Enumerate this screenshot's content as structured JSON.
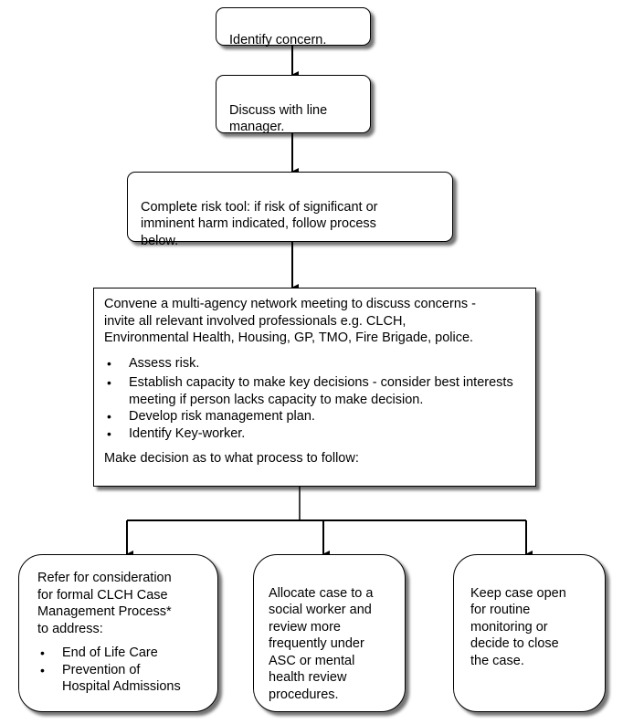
{
  "flow": {
    "step1": "Identify concern.",
    "step2": "Discuss with line\nmanager.",
    "step3": "Complete risk tool: if risk of significant or\nimminent harm indicated, follow process\nbelow.",
    "meeting": {
      "intro": "Convene a multi-agency network meeting to discuss concerns -\ninvite all relevant involved professionals e.g.  CLCH,\nEnvironmental Health, Housing, GP, TMO,  Fire Brigade, police.",
      "bullets": [
        "Assess risk.",
        "Establish capacity to make key decisions - consider best interests meeting if person lacks capacity to make decision.",
        "Develop risk management plan.",
        "Identify Key-worker."
      ],
      "decision": "Make decision as to what process to follow:"
    },
    "options": {
      "refer": {
        "text": "Refer for consideration\nfor formal CLCH Case\nManagement Process*\nto address:",
        "bullets": [
          "End of Life Care",
          "Prevention of\nHospital Admissions"
        ]
      },
      "allocate": "Allocate case to a\nsocial worker and\nreview more\nfrequently under\nASC or mental\nhealth review\nprocedures.",
      "keep_open": "Keep case open\nfor routine\nmonitoring or\ndecide to close\nthe case."
    }
  }
}
